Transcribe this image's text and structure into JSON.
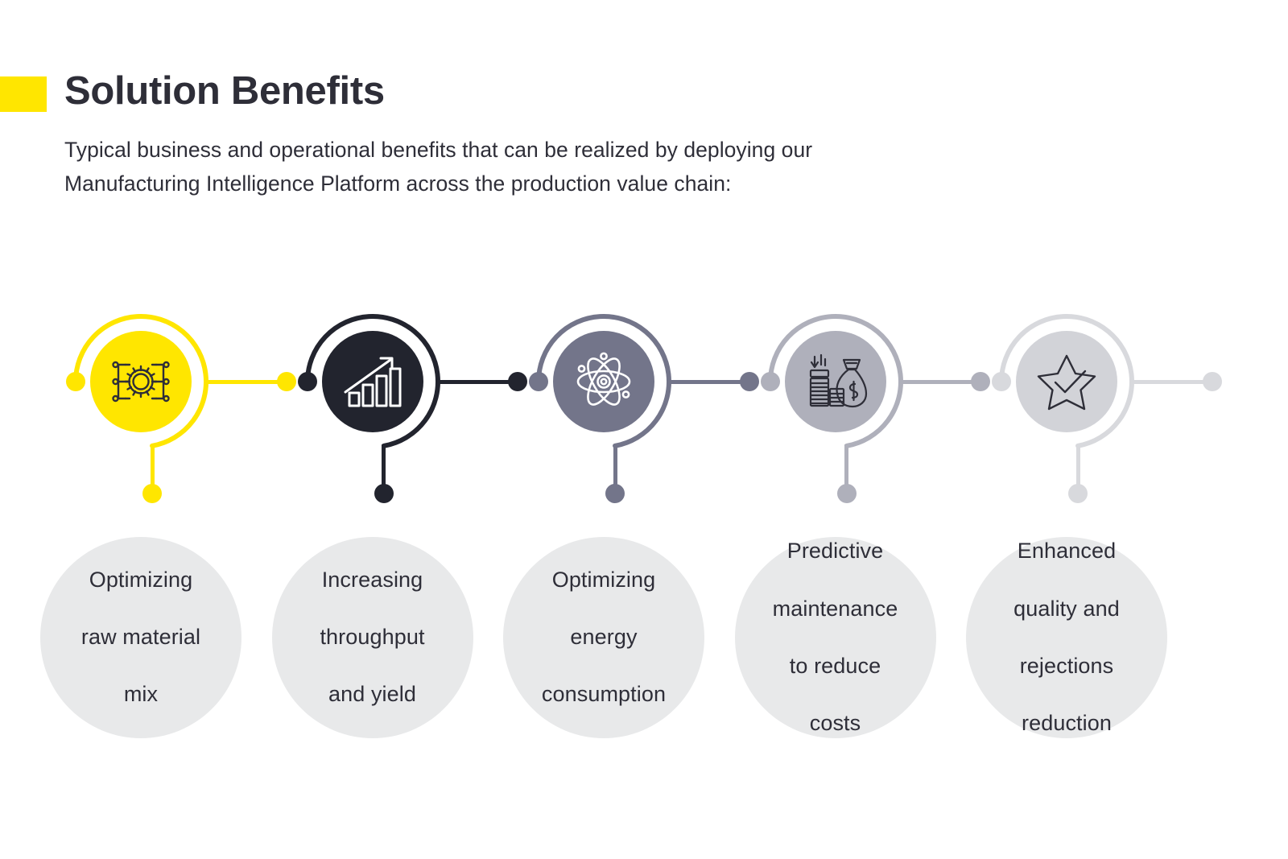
{
  "header": {
    "title": "Solution Benefits",
    "accent_color": "#FFE600",
    "subtitle_line1": "Typical business and operational benefits that can be realized by deploying our",
    "subtitle_line2": "Manufacturing Intelligence Platform across the production value chain:"
  },
  "timeline": {
    "steps": [
      {
        "index": "1",
        "icon": "gear-circuit-icon",
        "disc_color": "#FFE600",
        "connector_color": "#FFE600",
        "icon_stroke": "#2E2E38",
        "label": "Optimizing raw material mix",
        "label_lines": [
          "Optimizing",
          "raw material",
          "mix"
        ]
      },
      {
        "index": "2",
        "icon": "growth-bar-chart-icon",
        "disc_color": "#22242E",
        "connector_color": "#22242E",
        "icon_stroke": "#FFFFFF",
        "label": "Increasing throughput and yield",
        "label_lines": [
          "Increasing",
          "throughput",
          "and yield"
        ]
      },
      {
        "index": "3",
        "icon": "atom-icon",
        "disc_color": "#73758A",
        "connector_color": "#73758A",
        "icon_stroke": "#FFFFFF",
        "label": "Optimizing energy consumption",
        "label_lines": [
          "Optimizing",
          "energy",
          "consumption"
        ]
      },
      {
        "index": "4",
        "icon": "money-bag-coins-icon",
        "disc_color": "#AFB0BB",
        "connector_color": "#AFB0BB",
        "icon_stroke": "#2E2E38",
        "label": "Predictive maintenance to reduce costs",
        "label_lines": [
          "Predictive",
          "maintenance",
          "to reduce",
          "costs"
        ]
      },
      {
        "index": "5",
        "icon": "star-check-icon",
        "disc_color": "#D2D3D8",
        "connector_color": "#D8D9DD",
        "icon_stroke": "#2E2E38",
        "label": "Enhanced quality and rejections reduction",
        "label_lines": [
          "Enhanced",
          "quality and",
          "rejections",
          "reduction"
        ]
      }
    ],
    "label_bubble_color": "#E8E9EA",
    "text_color": "#2E2E38"
  }
}
